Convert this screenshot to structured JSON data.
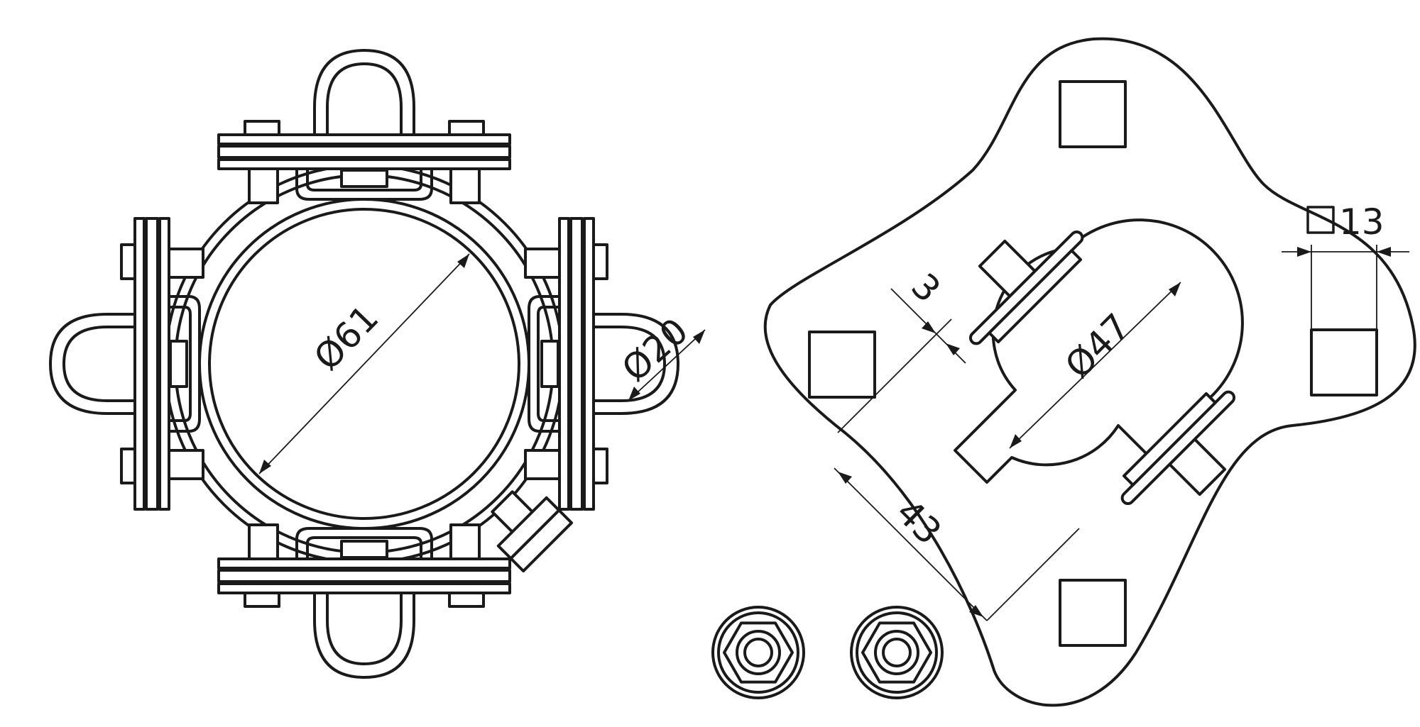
{
  "colors": {
    "line": "#1a1a1a",
    "background": "#ffffff"
  },
  "dimensions": {
    "d61": "Ø61",
    "d20": "Ø20",
    "d47": "Ø47",
    "t3": "3",
    "l43": "43",
    "sq13": "13"
  }
}
